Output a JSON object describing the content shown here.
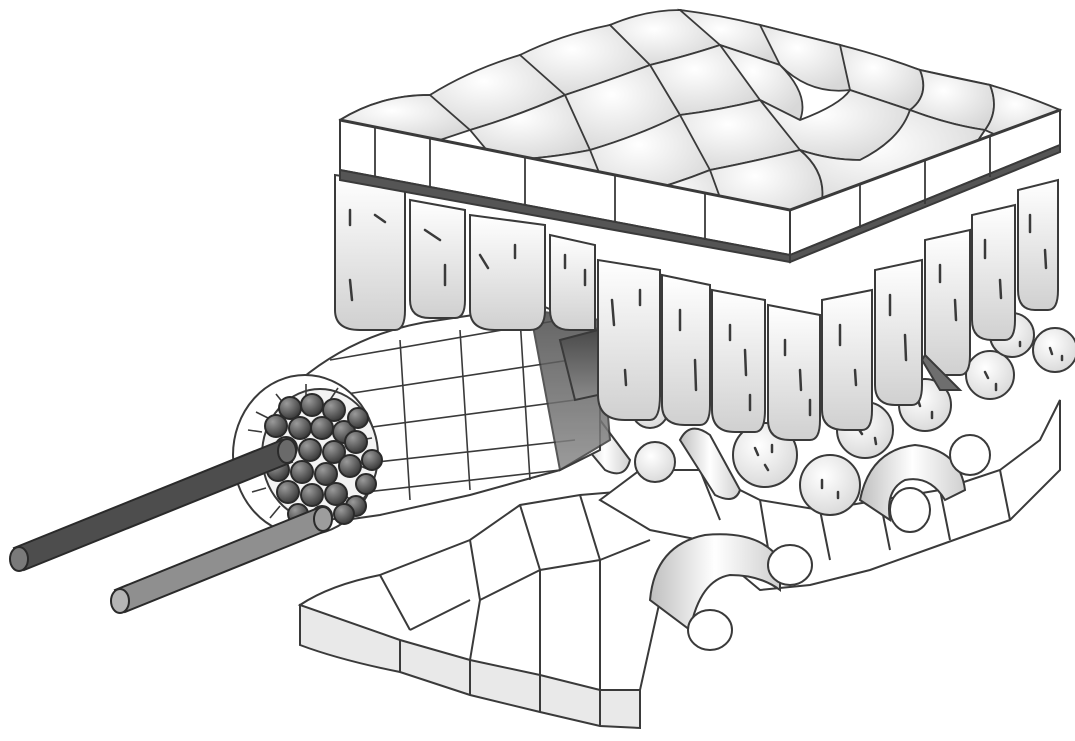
{
  "diagram": {
    "kind": "leaf-cross-section-illustration",
    "style": "grayscale line art",
    "labels": [],
    "colors": {
      "background": "#ffffff",
      "outline": "#3a3a3a",
      "cell_fill": "#ffffff",
      "cell_shade": "#d9d9d9",
      "shadow": "#6e6e6e",
      "dark_fill": "#5a5a5a",
      "mid_fill": "#8c8c8c",
      "light_fill": "#bdbdbd"
    },
    "regions": [
      "upper-epidermis",
      "palisade-mesophyll",
      "spongy-mesophyll",
      "lower-epidermis",
      "vascular-bundle",
      "xylem-tube",
      "phloem-tube"
    ]
  }
}
